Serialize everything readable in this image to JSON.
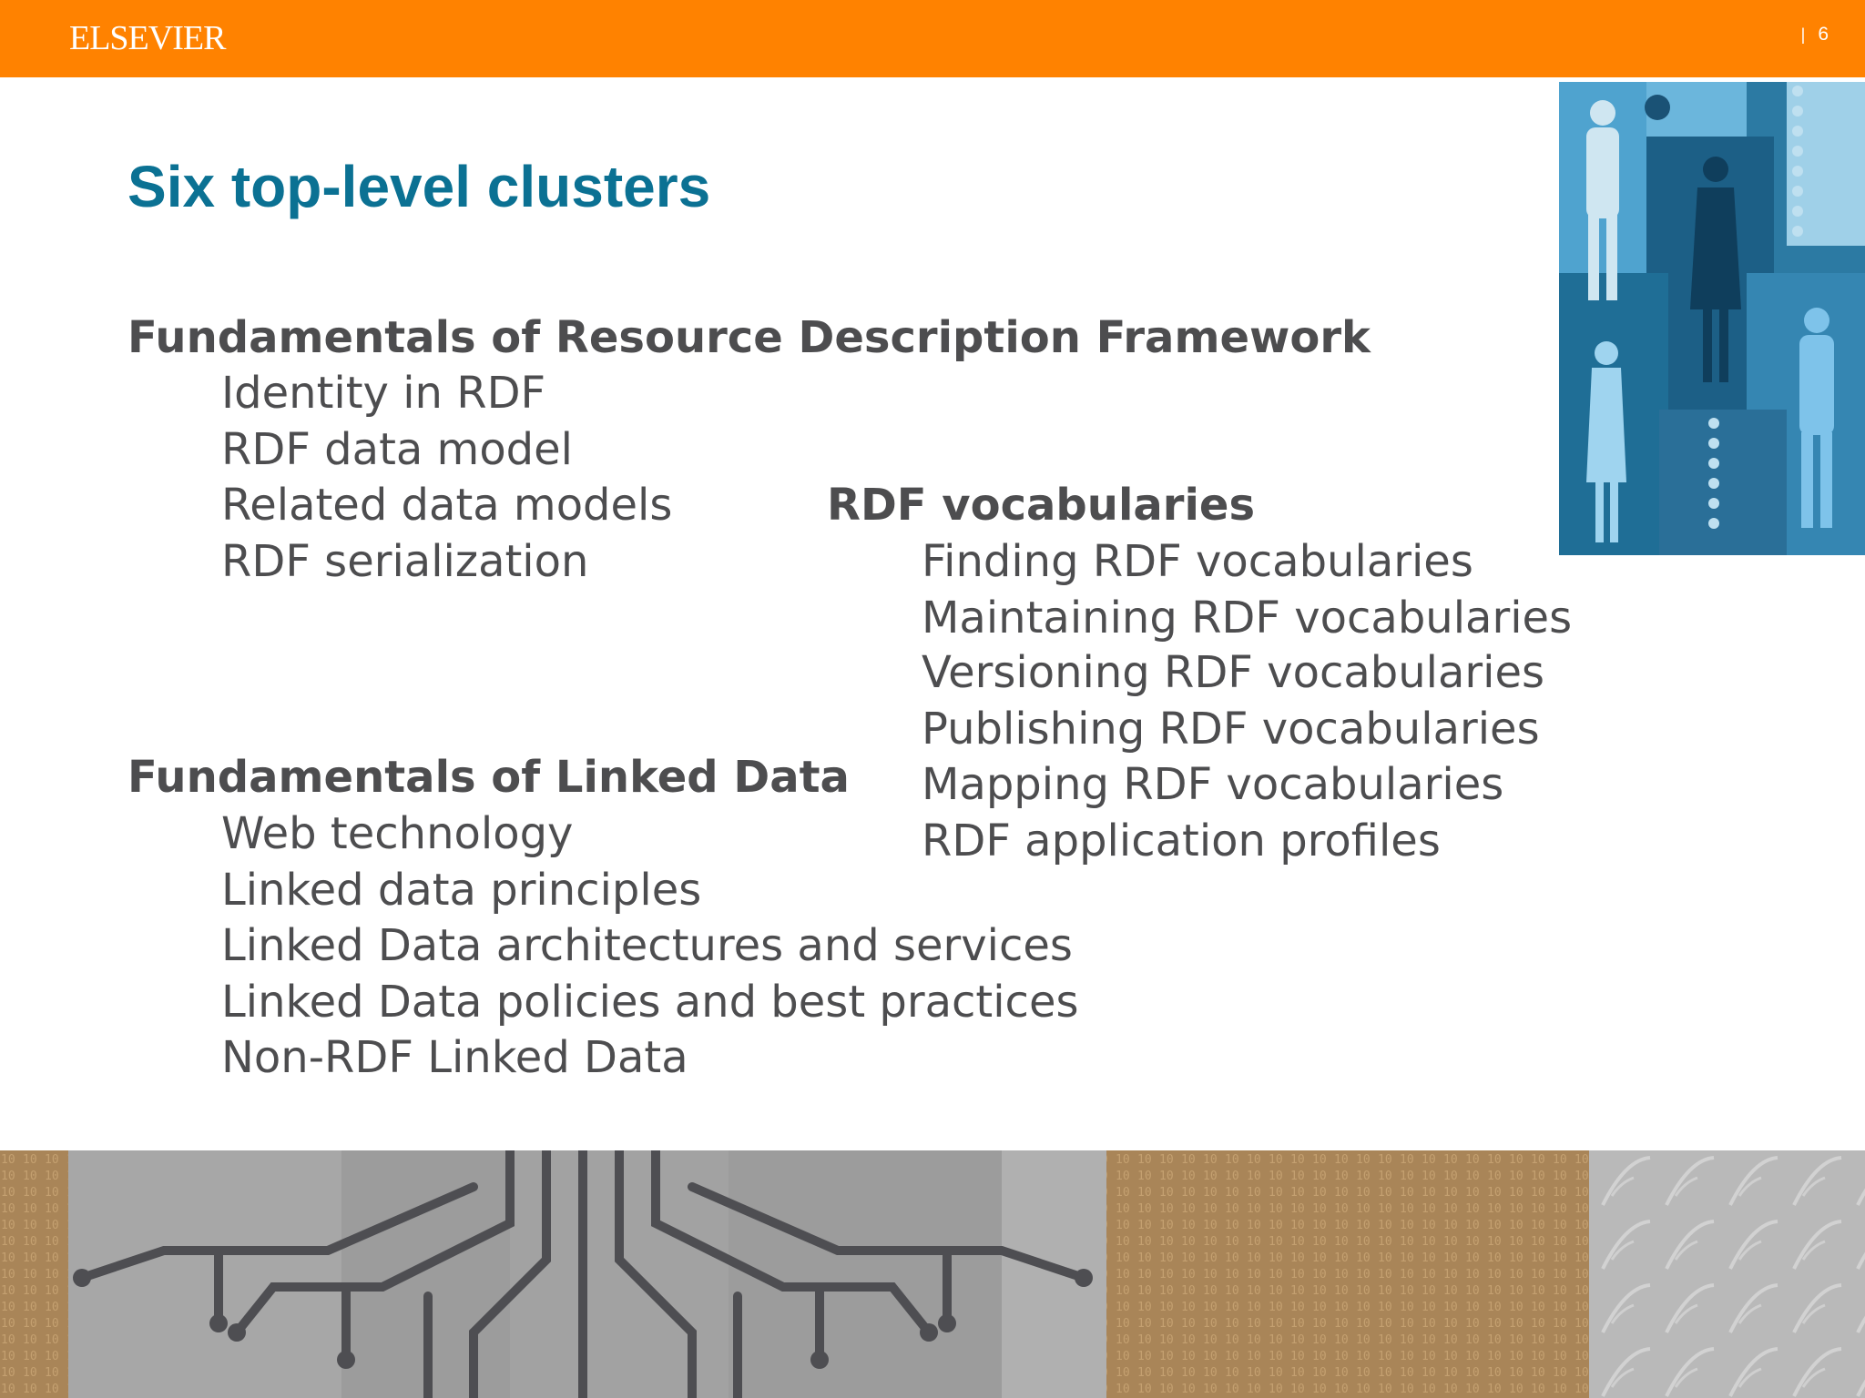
{
  "header": {
    "logo_text": "ELSEVIER",
    "page_separator": "|",
    "page_number": "6",
    "bar_color": "#ff8200"
  },
  "slide": {
    "title": "Six top-level clusters",
    "title_color": "#0b7193",
    "text_color": "#4d4d4f",
    "clusters": [
      {
        "heading": "Fundamentals of Resource Description Framework",
        "items": [
          "Identity in RDF",
          "RDF data model",
          "Related data models",
          "RDF serialization"
        ]
      },
      {
        "heading": "RDF vocabularies",
        "items": [
          "Finding RDF vocabularies",
          "Maintaining RDF vocabularies",
          "Versioning RDF vocabularies",
          "Publishing RDF vocabularies",
          "Mapping RDF vocabularies",
          "RDF application profiles"
        ]
      },
      {
        "heading": "Fundamentals of Linked Data",
        "items": [
          "Web technology",
          "Linked data principles",
          "Linked Data architectures and services",
          "Linked Data policies and best practices",
          "Non-RDF Linked Data"
        ]
      }
    ]
  }
}
